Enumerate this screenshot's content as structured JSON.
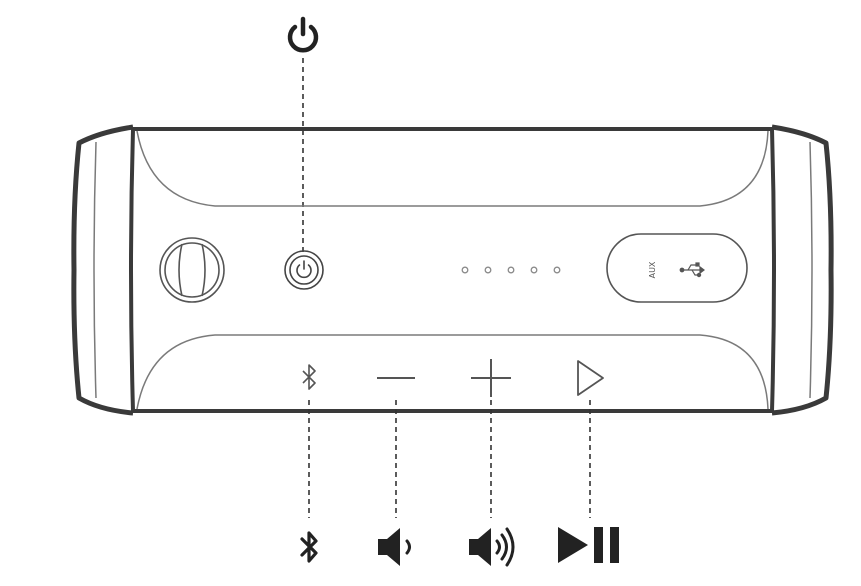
{
  "diagram": {
    "port_cover": {
      "aux_label": "AUX",
      "usb_icon": "usb-icon"
    },
    "top_icons": [
      "power-icon"
    ],
    "buttons": [
      {
        "name": "power-button",
        "icon": "power-icon"
      },
      {
        "name": "bluetooth-button",
        "icon": "bluetooth-icon"
      },
      {
        "name": "volume-down-button",
        "icon": "minus-icon"
      },
      {
        "name": "volume-up-button",
        "icon": "plus-icon"
      },
      {
        "name": "play-button",
        "icon": "play-icon"
      }
    ],
    "callout_icons": [
      "bluetooth-icon",
      "volume-down-icon",
      "volume-up-icon",
      "play-pause-icon"
    ],
    "battery_led_count": 5,
    "colors": {
      "outline": "#3a3a3a",
      "detail": "#7a7a7a",
      "icon": "#222222",
      "led": "#8a8a8a"
    }
  }
}
